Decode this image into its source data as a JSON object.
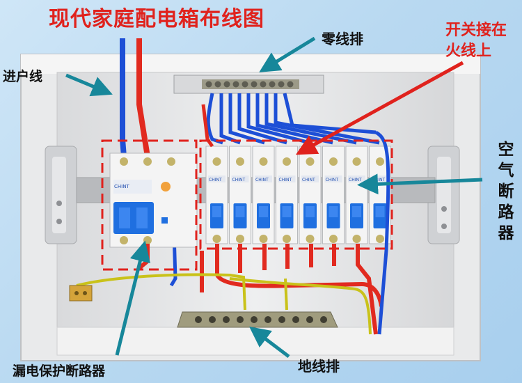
{
  "title": "现代家庭配电箱布线图",
  "labels": {
    "incoming_line": "进户线",
    "neutral_bar": "零线排",
    "switch_on_live_l1": "开关接在",
    "switch_on_live_l2": "火线上",
    "air_breaker": [
      "空",
      "气",
      "断",
      "路",
      "器"
    ],
    "rcd_breaker": "漏电保护断路器",
    "ground_bar": "地线排"
  },
  "colors": {
    "title": "#e0221d",
    "arrow_blue": "#17879a",
    "arrow_red": "#e0221d",
    "wire_blue": "#1d4fd6",
    "wire_red": "#e12a1f",
    "wire_ground": "#c9c21a",
    "breaker_handle": "#1f6fe0",
    "dashed_box": "#e0221d"
  },
  "breakers": {
    "rcd_poles": 2,
    "single_breakers": 8,
    "brand_mark": "CHINT"
  }
}
